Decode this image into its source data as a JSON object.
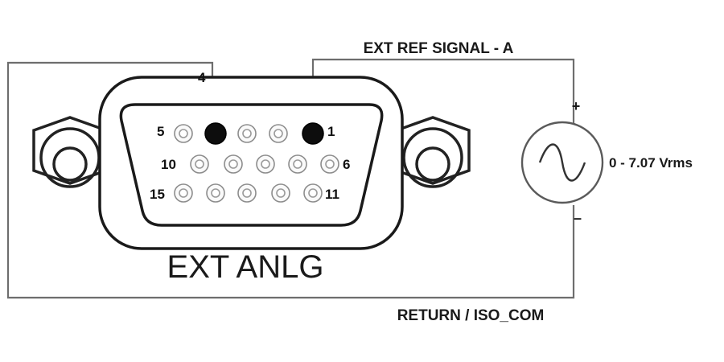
{
  "connector": {
    "label": "EXT ANLG",
    "pins": [
      {
        "num": 1,
        "active": true
      },
      {
        "num": 2,
        "active": false
      },
      {
        "num": 3,
        "active": false
      },
      {
        "num": 4,
        "active": true
      },
      {
        "num": 5,
        "active": false
      },
      {
        "num": 6,
        "active": false
      },
      {
        "num": 7,
        "active": false
      },
      {
        "num": 8,
        "active": false
      },
      {
        "num": 9,
        "active": false
      },
      {
        "num": 10,
        "active": false
      },
      {
        "num": 11,
        "active": false
      },
      {
        "num": 12,
        "active": false
      },
      {
        "num": 13,
        "active": false
      },
      {
        "num": 14,
        "active": false
      },
      {
        "num": 15,
        "active": false
      }
    ],
    "pin_labels": {
      "p4": "4",
      "p5": "5",
      "p1": "1",
      "p10": "10",
      "p6": "6",
      "p15": "15",
      "p11": "11"
    }
  },
  "signals": {
    "ext_ref": "EXT REF SIGNAL - A",
    "return": "RETURN / ISO_COM"
  },
  "source": {
    "plus": "+",
    "minus": "–",
    "value": "0 - 7.07 Vrms"
  }
}
